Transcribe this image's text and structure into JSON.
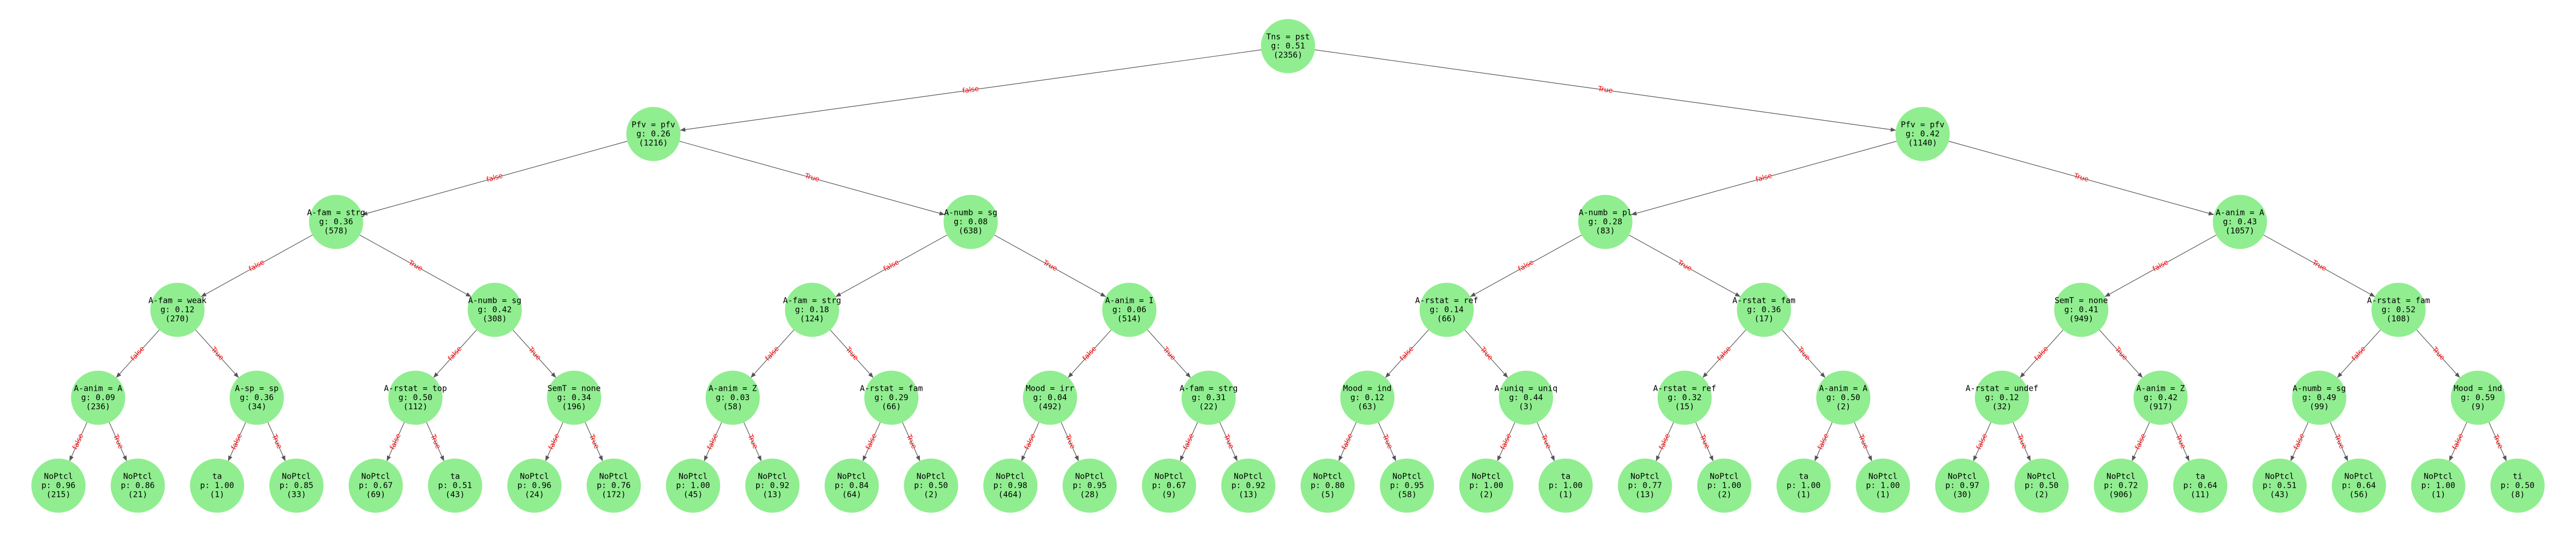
{
  "colors": {
    "node_fill": "#90ee90",
    "edge": "#555555",
    "edge_label": "#ff0000",
    "background": "#ffffff"
  },
  "edge_labels": {
    "left": "false",
    "right": "True"
  },
  "tree": {
    "lines": [
      "Tns = pst",
      "g: 0.51",
      "(2356)"
    ],
    "children": [
      {
        "lines": [
          "Pfv = pfv",
          "g: 0.26",
          "(1216)"
        ],
        "children": [
          {
            "lines": [
              "A-fam = strg",
              "g: 0.36",
              "(578)"
            ],
            "children": [
              {
                "lines": [
                  "A-fam = weak",
                  "g: 0.12",
                  "(270)"
                ],
                "children": [
                  {
                    "lines": [
                      "A-anim = A",
                      "g: 0.09",
                      "(236)"
                    ],
                    "children": [
                      {
                        "lines": [
                          "NoPtcl",
                          "p: 0.96",
                          "(215)"
                        ]
                      },
                      {
                        "lines": [
                          "NoPtcl",
                          "p: 0.86",
                          "(21)"
                        ]
                      }
                    ]
                  },
                  {
                    "lines": [
                      "A-sp = sp",
                      "g: 0.36",
                      "(34)"
                    ],
                    "children": [
                      {
                        "lines": [
                          "ta",
                          "p: 1.00",
                          "(1)"
                        ]
                      },
                      {
                        "lines": [
                          "NoPtcl",
                          "p: 0.85",
                          "(33)"
                        ]
                      }
                    ]
                  }
                ]
              },
              {
                "lines": [
                  "A-numb = sg",
                  "g: 0.42",
                  "(308)"
                ],
                "children": [
                  {
                    "lines": [
                      "A-rstat = top",
                      "g: 0.50",
                      "(112)"
                    ],
                    "children": [
                      {
                        "lines": [
                          "NoPtcl",
                          "p: 0.67",
                          "(69)"
                        ]
                      },
                      {
                        "lines": [
                          "ta",
                          "p: 0.51",
                          "(43)"
                        ]
                      }
                    ]
                  },
                  {
                    "lines": [
                      "SemT = none",
                      "g: 0.34",
                      "(196)"
                    ],
                    "children": [
                      {
                        "lines": [
                          "NoPtcl",
                          "p: 0.96",
                          "(24)"
                        ]
                      },
                      {
                        "lines": [
                          "NoPtcl",
                          "p: 0.76",
                          "(172)"
                        ]
                      }
                    ]
                  }
                ]
              }
            ]
          },
          {
            "lines": [
              "A-numb = sg",
              "g: 0.08",
              "(638)"
            ],
            "children": [
              {
                "lines": [
                  "A-fam = strg",
                  "g: 0.18",
                  "(124)"
                ],
                "children": [
                  {
                    "lines": [
                      "A-anim = Z",
                      "g: 0.03",
                      "(58)"
                    ],
                    "children": [
                      {
                        "lines": [
                          "NoPtcl",
                          "p: 1.00",
                          "(45)"
                        ]
                      },
                      {
                        "lines": [
                          "NoPtcl",
                          "p: 0.92",
                          "(13)"
                        ]
                      }
                    ]
                  },
                  {
                    "lines": [
                      "A-rstat = fam",
                      "g: 0.29",
                      "(66)"
                    ],
                    "children": [
                      {
                        "lines": [
                          "NoPtcl",
                          "p: 0.84",
                          "(64)"
                        ]
                      },
                      {
                        "lines": [
                          "NoPtcl",
                          "p: 0.50",
                          "(2)"
                        ]
                      }
                    ]
                  }
                ]
              },
              {
                "lines": [
                  "A-anim = I",
                  "g: 0.06",
                  "(514)"
                ],
                "children": [
                  {
                    "lines": [
                      "Mood = irr",
                      "g: 0.04",
                      "(492)"
                    ],
                    "children": [
                      {
                        "lines": [
                          "NoPtcl",
                          "p: 0.98",
                          "(464)"
                        ]
                      },
                      {
                        "lines": [
                          "NoPtcl",
                          "p: 0.95",
                          "(28)"
                        ]
                      }
                    ]
                  },
                  {
                    "lines": [
                      "A-fam = strg",
                      "g: 0.31",
                      "(22)"
                    ],
                    "children": [
                      {
                        "lines": [
                          "NoPtcl",
                          "p: 0.67",
                          "(9)"
                        ]
                      },
                      {
                        "lines": [
                          "NoPtcl",
                          "p: 0.92",
                          "(13)"
                        ]
                      }
                    ]
                  }
                ]
              }
            ]
          }
        ]
      },
      {
        "lines": [
          "Pfv = pfv",
          "g: 0.42",
          "(1140)"
        ],
        "children": [
          {
            "lines": [
              "A-numb = pl",
              "g: 0.28",
              "(83)"
            ],
            "children": [
              {
                "lines": [
                  "A-rstat = ref",
                  "g: 0.14",
                  "(66)"
                ],
                "children": [
                  {
                    "lines": [
                      "Mood = ind",
                      "g: 0.12",
                      "(63)"
                    ],
                    "children": [
                      {
                        "lines": [
                          "NoPtcl",
                          "p: 0.80",
                          "(5)"
                        ]
                      },
                      {
                        "lines": [
                          "NoPtcl",
                          "p: 0.95",
                          "(58)"
                        ]
                      }
                    ]
                  },
                  {
                    "lines": [
                      "A-uniq = uniq",
                      "g: 0.44",
                      "(3)"
                    ],
                    "children": [
                      {
                        "lines": [
                          "NoPtcl",
                          "p: 1.00",
                          "(2)"
                        ]
                      },
                      {
                        "lines": [
                          "ta",
                          "p: 1.00",
                          "(1)"
                        ]
                      }
                    ]
                  }
                ]
              },
              {
                "lines": [
                  "A-rstat = fam",
                  "g: 0.36",
                  "(17)"
                ],
                "children": [
                  {
                    "lines": [
                      "A-rstat = ref",
                      "g: 0.32",
                      "(15)"
                    ],
                    "children": [
                      {
                        "lines": [
                          "NoPtcl",
                          "p: 0.77",
                          "(13)"
                        ]
                      },
                      {
                        "lines": [
                          "NoPtcl",
                          "p: 1.00",
                          "(2)"
                        ]
                      }
                    ]
                  },
                  {
                    "lines": [
                      "A-anim = A",
                      "g: 0.50",
                      "(2)"
                    ],
                    "children": [
                      {
                        "lines": [
                          "ta",
                          "p: 1.00",
                          "(1)"
                        ]
                      },
                      {
                        "lines": [
                          "NoPtcl",
                          "p: 1.00",
                          "(1)"
                        ]
                      }
                    ]
                  }
                ]
              }
            ]
          },
          {
            "lines": [
              "A-anim = A",
              "g: 0.43",
              "(1057)"
            ],
            "children": [
              {
                "lines": [
                  "SemT = none",
                  "g: 0.41",
                  "(949)"
                ],
                "children": [
                  {
                    "lines": [
                      "A-rstat = undef",
                      "g: 0.12",
                      "(32)"
                    ],
                    "children": [
                      {
                        "lines": [
                          "NoPtcl",
                          "p: 0.97",
                          "(30)"
                        ]
                      },
                      {
                        "lines": [
                          "NoPtcl",
                          "p: 0.50",
                          "(2)"
                        ]
                      }
                    ]
                  },
                  {
                    "lines": [
                      "A-anim = Z",
                      "g: 0.42",
                      "(917)"
                    ],
                    "children": [
                      {
                        "lines": [
                          "NoPtcl",
                          "p: 0.72",
                          "(906)"
                        ]
                      },
                      {
                        "lines": [
                          "ta",
                          "p: 0.64",
                          "(11)"
                        ]
                      }
                    ]
                  }
                ]
              },
              {
                "lines": [
                  "A-rstat = fam",
                  "g: 0.52",
                  "(108)"
                ],
                "children": [
                  {
                    "lines": [
                      "A-numb = sg",
                      "g: 0.49",
                      "(99)"
                    ],
                    "children": [
                      {
                        "lines": [
                          "NoPtcl",
                          "p: 0.51",
                          "(43)"
                        ]
                      },
                      {
                        "lines": [
                          "NoPtcl",
                          "p: 0.64",
                          "(56)"
                        ]
                      }
                    ]
                  },
                  {
                    "lines": [
                      "Mood = ind",
                      "g: 0.59",
                      "(9)"
                    ],
                    "children": [
                      {
                        "lines": [
                          "NoPtcl",
                          "p: 1.00",
                          "(1)"
                        ]
                      },
                      {
                        "lines": [
                          "ti",
                          "p: 0.50",
                          "(8)"
                        ]
                      }
                    ]
                  }
                ]
              }
            ]
          }
        ]
      }
    ]
  }
}
